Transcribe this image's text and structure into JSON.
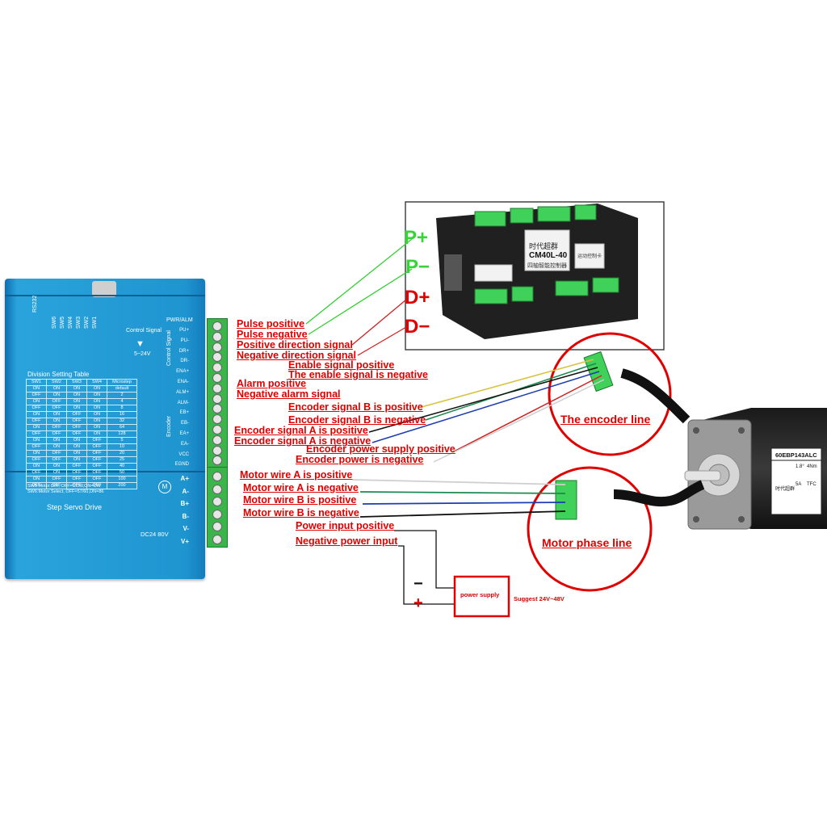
{
  "drive": {
    "model_label": "Step Servo Drive",
    "division_title": "Division Setting Table",
    "table_headers": [
      "SW1",
      "SW2",
      "SW3",
      "SW4",
      "Microstep"
    ],
    "table_rows": [
      [
        "ON",
        "ON",
        "ON",
        "ON",
        "default"
      ],
      [
        "OFF",
        "ON",
        "ON",
        "ON",
        "2"
      ],
      [
        "ON",
        "OFF",
        "ON",
        "ON",
        "4"
      ],
      [
        "OFF",
        "OFF",
        "ON",
        "ON",
        "8"
      ],
      [
        "ON",
        "ON",
        "OFF",
        "ON",
        "16"
      ],
      [
        "OFF",
        "ON",
        "OFF",
        "ON",
        "32"
      ],
      [
        "ON",
        "OFF",
        "OFF",
        "ON",
        "64"
      ],
      [
        "OFF",
        "OFF",
        "OFF",
        "ON",
        "128"
      ],
      [
        "ON",
        "ON",
        "ON",
        "OFF",
        "5"
      ],
      [
        "OFF",
        "ON",
        "ON",
        "OFF",
        "10"
      ],
      [
        "ON",
        "OFF",
        "ON",
        "OFF",
        "20"
      ],
      [
        "OFF",
        "OFF",
        "ON",
        "OFF",
        "25"
      ],
      [
        "ON",
        "ON",
        "OFF",
        "OFF",
        "40"
      ],
      [
        "OFF",
        "ON",
        "OFF",
        "OFF",
        "50"
      ],
      [
        "ON",
        "OFF",
        "OFF",
        "OFF",
        "100"
      ],
      [
        "OFF",
        "OFF",
        "OFF",
        "OFF",
        "200"
      ]
    ],
    "note1": "SW5:Motor DIR, OFF=CCW,ON=CW",
    "note2": "SW6:Motor Select, OFF=57/60,ON=86",
    "rs232": "RS232",
    "switch_labels": [
      "SW6",
      "SW5",
      "SW4",
      "SW3",
      "SW2",
      "SW1"
    ],
    "pwr_alm": "PWR/ALM",
    "control_signal_top": "Control Signal",
    "control_signal_side": "Control Signal",
    "encoder_side": "Encoder",
    "voltage_range": "5~24V",
    "dc_label": "DC24 80V",
    "pins": [
      "PU+",
      "PU-",
      "DR+",
      "DR-",
      "ENA+",
      "ENA-",
      "ALM+",
      "ALM-",
      "EB+",
      "EB-",
      "EA+",
      "EA-",
      "VCC",
      "EGND"
    ],
    "motor_pins": [
      "A+",
      "A-",
      "B+",
      "B-",
      "V-",
      "V+"
    ]
  },
  "controller": {
    "model": "CM40L-40",
    "brand": "时代超群",
    "subtitle": "四轴智能控制器",
    "sticker": "运动控制卡",
    "p_plus": "P+",
    "p_minus": "P−",
    "d_plus": "D+",
    "d_minus": "D−"
  },
  "labels": {
    "pulse_positive": "Pulse positive",
    "pulse_negative": "Pulse negative",
    "dir_positive": "Positive direction signal",
    "dir_negative": "Negative direction signal",
    "enable_positive": "Enable signal positive",
    "enable_negative": "The enable signal is negative",
    "alarm_positive": "Alarm positive",
    "alarm_negative": "Negative alarm signal",
    "enc_b_pos": "Encoder signal B is positive",
    "enc_b_neg": "Encoder signal B is negative",
    "enc_a_pos": "Encoder signal A is positive",
    "enc_a_neg": "Encoder signal A is negative",
    "enc_pwr_pos": "Encoder power supply positive",
    "enc_pwr_neg": "Encoder power is negative",
    "motor_a_pos": "Motor wire A is positive",
    "motor_a_neg": "Motor wire A is negative",
    "motor_b_pos": "Motor wire B is positive",
    "motor_b_neg": "Motor wire B is negative",
    "power_pos": "Power input positive",
    "power_neg": "Negative power input"
  },
  "encoder_line": "The encoder line",
  "motor_phase_line": "Motor phase line",
  "motor": {
    "model": "60EBP143ALC",
    "step_angle": "1.8°",
    "torque": "4Nm",
    "current": "5A",
    "type": "TFC",
    "brand": "时代超群"
  },
  "power_supply": {
    "box_label": "power supply",
    "suggest": "Suggest 24V~48V",
    "minus": "−",
    "plus": "+"
  },
  "colors": {
    "label_red": "#e00000",
    "drive_blue": "#1e93cf",
    "terminal_green": "#3bb54a",
    "wire_yellow": "#d9c23a",
    "wire_green": "#1c8a50",
    "wire_blue": "#1c3cb0",
    "wire_red": "#d02020",
    "wire_white": "#cfcfcf",
    "pulse_wire_green": "#2fd02f"
  }
}
